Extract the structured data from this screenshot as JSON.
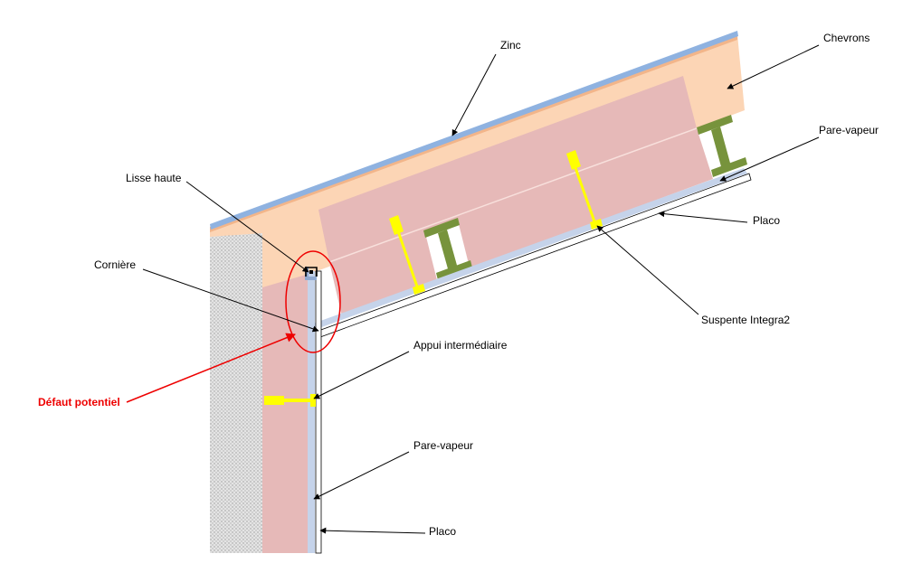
{
  "labels": {
    "zinc": "Zinc",
    "chevrons": "Chevrons",
    "pare_vapeur_roof": "Pare-vapeur",
    "placo_roof": "Placo",
    "suspente": "Suspente Integra2",
    "lisse_haute": "Lisse haute",
    "corniere": "Cornière",
    "defaut": "Défaut potentiel",
    "appui": "Appui intermédiaire",
    "pare_vapeur_wall": "Pare-vapeur",
    "placo_wall": "Placo"
  },
  "colors": {
    "zinc": "#8fb2e0",
    "chevron": "#fcd5b5",
    "underlay": "#f2b58a",
    "insulation": "#e6b9b8",
    "vapour_barrier": "#c5d3ea",
    "placo": "#ffffff",
    "wall": "#d9d9d9",
    "i_joist": "#77933c",
    "hanger": "#ffff00",
    "alert": "#ee0000"
  }
}
